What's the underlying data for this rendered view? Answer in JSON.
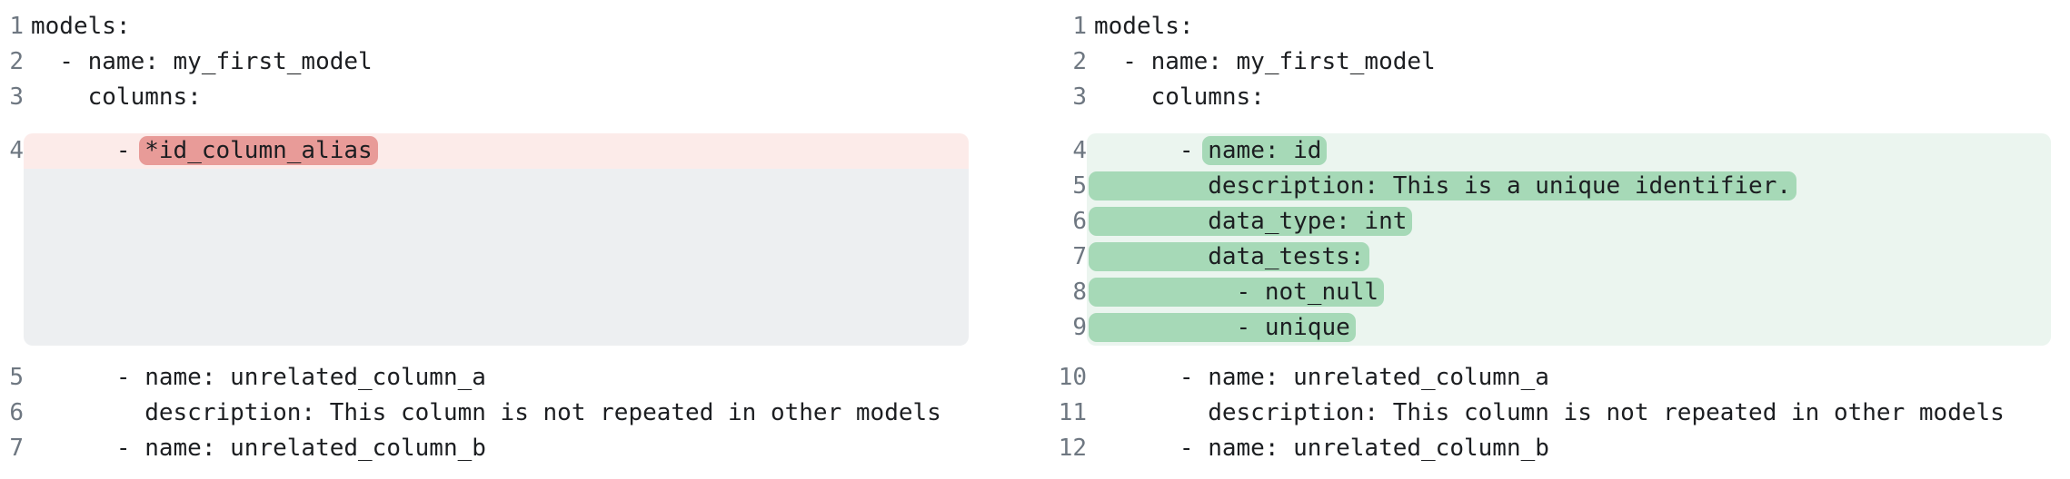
{
  "view": "side-by-side-yaml-diff",
  "colors": {
    "removed_line_bg": "#fcebe9",
    "removed_word_bg": "#e89b98",
    "added_line_bg": "#ebf5ef",
    "added_word_bg": "#a6d9b7",
    "spacer_bg": "#edeff1",
    "line_number": "#6e7781",
    "code_text": "#1c1e21",
    "background": "#ffffff"
  },
  "left_pane": {
    "rows": [
      {
        "kind": "code",
        "num": "1",
        "segments": [
          {
            "text": "models:"
          }
        ]
      },
      {
        "kind": "code",
        "num": "2",
        "segments": [
          {
            "text": "  - name: my_first_model"
          }
        ]
      },
      {
        "kind": "code",
        "num": "3",
        "segments": [
          {
            "text": "    columns:"
          }
        ]
      },
      {
        "kind": "removed",
        "num": "4",
        "segments": [
          {
            "text": "      - "
          },
          {
            "text": "*id_column_alias",
            "mark": true
          }
        ]
      },
      {
        "kind": "spacer",
        "lines": 5
      },
      {
        "kind": "code",
        "num": "5",
        "segments": [
          {
            "text": "      - name: unrelated_column_a"
          }
        ]
      },
      {
        "kind": "code",
        "num": "6",
        "segments": [
          {
            "text": "        description: This column is not repeated in other models"
          }
        ]
      },
      {
        "kind": "code",
        "num": "7",
        "segments": [
          {
            "text": "      - name: unrelated_column_b"
          }
        ]
      }
    ]
  },
  "right_pane": {
    "rows": [
      {
        "kind": "code",
        "num": "1",
        "segments": [
          {
            "text": "models:"
          }
        ]
      },
      {
        "kind": "code",
        "num": "2",
        "segments": [
          {
            "text": "  - name: my_first_model"
          }
        ]
      },
      {
        "kind": "code",
        "num": "3",
        "segments": [
          {
            "text": "    columns:"
          }
        ]
      },
      {
        "kind": "added",
        "num": "4",
        "segments": [
          {
            "text": "      - "
          },
          {
            "text": "name: id",
            "mark": true
          }
        ]
      },
      {
        "kind": "added",
        "num": "5",
        "segments": [
          {
            "text": "        description: This is a unique identifier.",
            "mark": true
          }
        ]
      },
      {
        "kind": "added",
        "num": "6",
        "segments": [
          {
            "text": "        data_type: int",
            "mark": true
          }
        ]
      },
      {
        "kind": "added",
        "num": "7",
        "segments": [
          {
            "text": "        data_tests:",
            "mark": true
          }
        ]
      },
      {
        "kind": "added",
        "num": "8",
        "segments": [
          {
            "text": "          - not_null",
            "mark": true
          }
        ]
      },
      {
        "kind": "added",
        "num": "9",
        "segments": [
          {
            "text": "          - unique",
            "mark": true
          }
        ]
      },
      {
        "kind": "code",
        "num": "10",
        "segments": [
          {
            "text": "      - name: unrelated_column_a"
          }
        ]
      },
      {
        "kind": "code",
        "num": "11",
        "segments": [
          {
            "text": "        description: This column is not repeated in other models"
          }
        ]
      },
      {
        "kind": "code",
        "num": "12",
        "segments": [
          {
            "text": "      - name: unrelated_column_b"
          }
        ]
      }
    ]
  }
}
